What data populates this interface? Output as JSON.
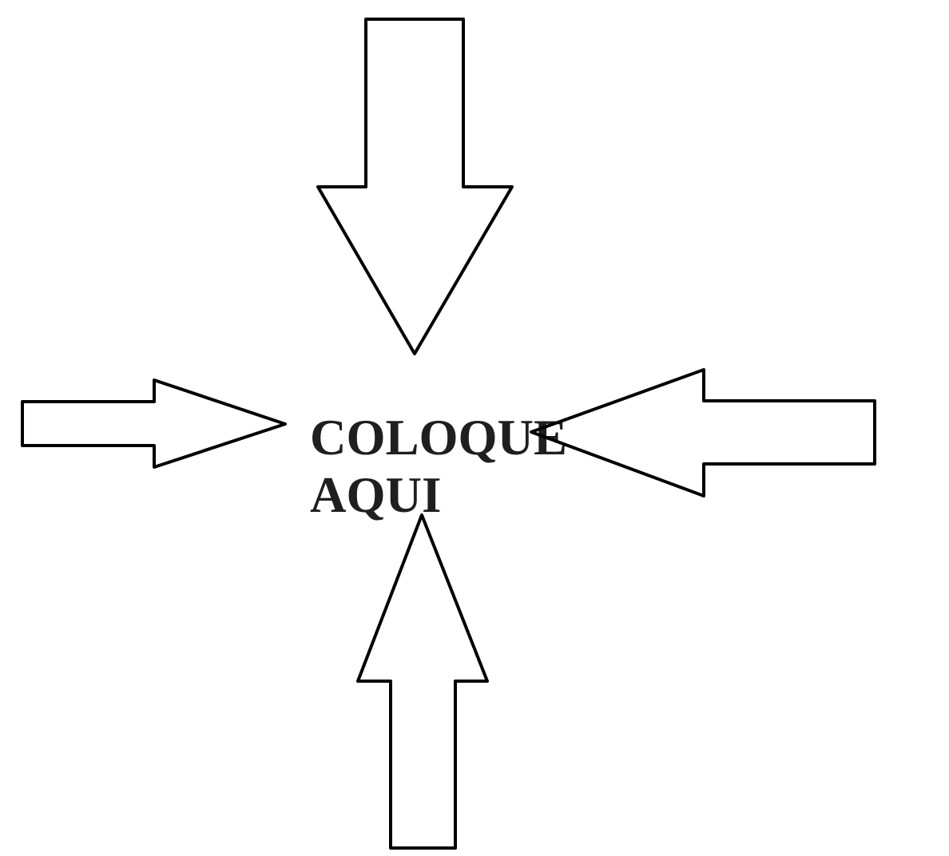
{
  "label": {
    "line1": "COLOQUE",
    "line2": "AQUI"
  },
  "arrows": [
    {
      "name": "top-arrow",
      "direction": "down"
    },
    {
      "name": "left-arrow",
      "direction": "right"
    },
    {
      "name": "right-arrow",
      "direction": "left"
    },
    {
      "name": "bottom-arrow",
      "direction": "up"
    }
  ],
  "colors": {
    "stroke": "#000000",
    "fill": "#ffffff",
    "text": "#1f1f1f"
  }
}
